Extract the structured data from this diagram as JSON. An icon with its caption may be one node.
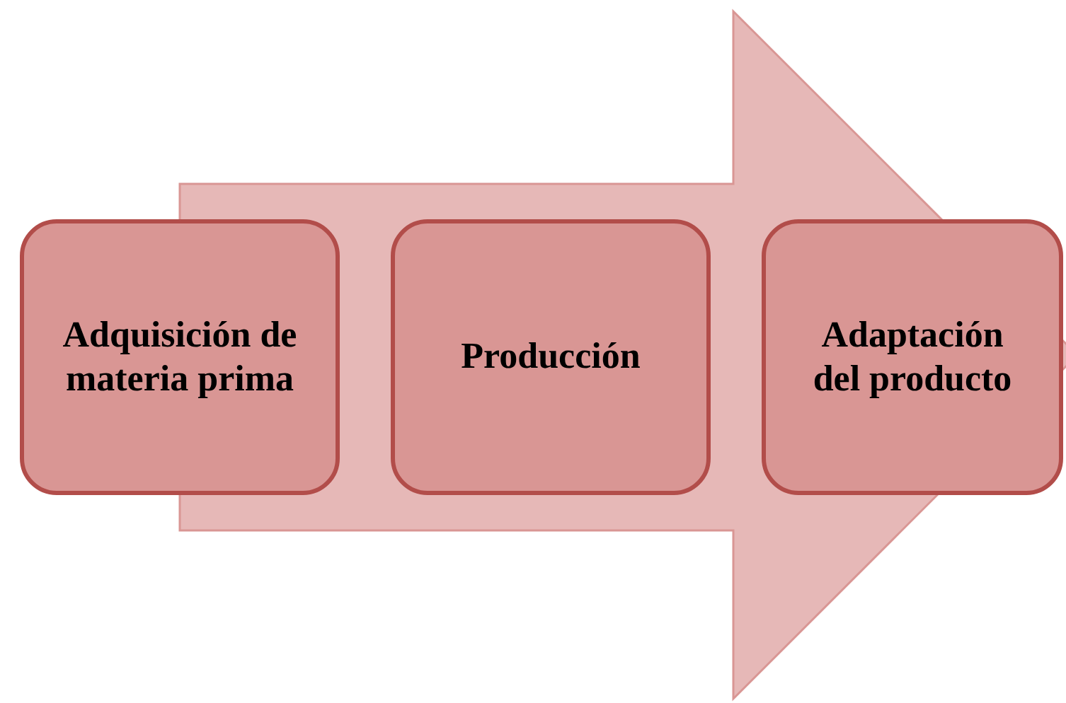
{
  "diagram": {
    "nodes": [
      {
        "text": [
          "Adquisición de materia prima"
        ]
      },
      {
        "text": [
          "Producción"
        ]
      },
      {
        "text": [
          "Adaptación del producto"
        ]
      }
    ],
    "edges": [
      {
        "from": 0,
        "to": 2,
        "arrow": "to"
      }
    ]
  }
}
